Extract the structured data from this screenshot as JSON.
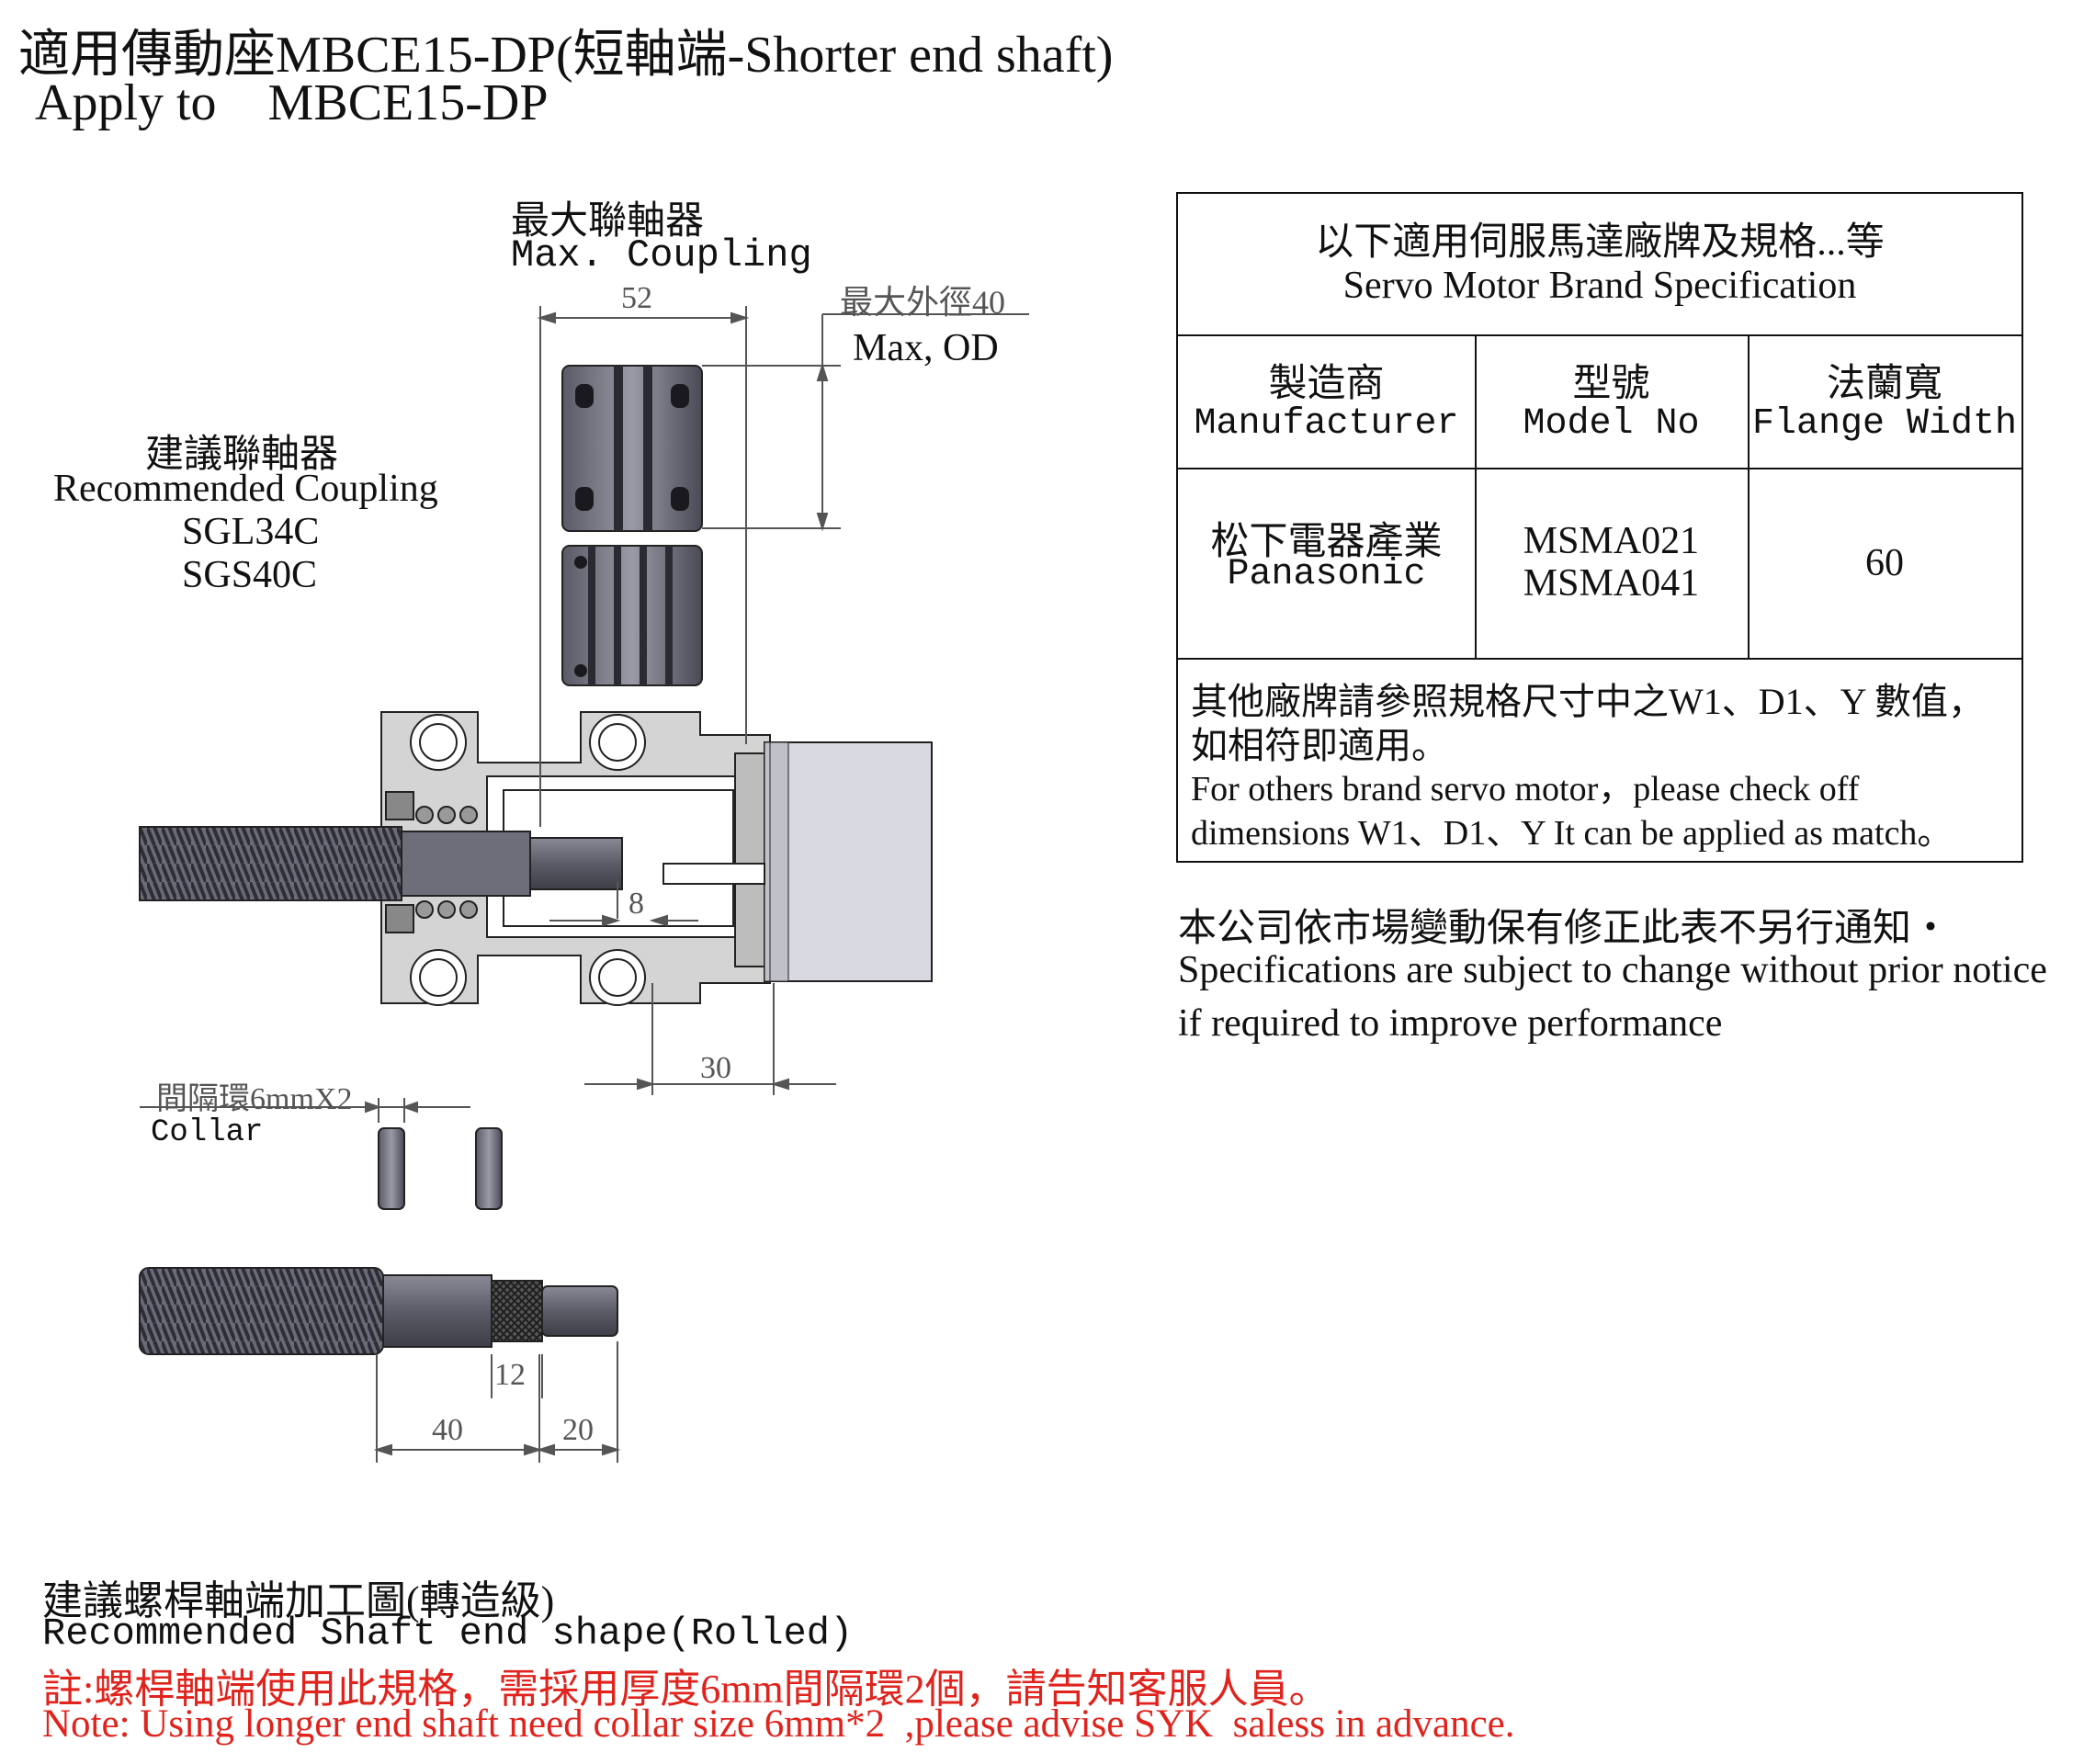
{
  "header": {
    "title_line1": "適用傳動座MBCE15-DP(短軸端-Shorter end shaft)",
    "title_line2": "Apply to    MBCE15-DP"
  },
  "coupling": {
    "max_cn": "最大聯軸器",
    "max_en": "Max. Coupling",
    "rec_cn": "建議聯軸器",
    "rec_en": "Recommended Coupling",
    "models": [
      "SGL34C",
      "SGS40C"
    ]
  },
  "dimensions": {
    "coupling_length": "52",
    "max_od_cn": "最大外徑40",
    "max_od_en": "Max, OD",
    "shaft_step": "8",
    "motor_offset": "30",
    "collar_cn": "間隔環6mmX2",
    "collar_en": "Collar",
    "thread_len": "12",
    "shaft_a": "40",
    "shaft_b": "20"
  },
  "spec_table": {
    "title_cn": "以下適用伺服馬達廠牌及規格...等",
    "title_en": "Servo Motor Brand Specification",
    "headers": [
      {
        "cn": "製造商",
        "en": "Manufacturer"
      },
      {
        "cn": "型號",
        "en": "Model No"
      },
      {
        "cn": "法蘭寬",
        "en": "Flange Width"
      }
    ],
    "row": {
      "maker_cn": "松下電器產業",
      "maker_en": "Panasonic",
      "model1": "MSMA021",
      "model2": "MSMA041",
      "flange": "60"
    },
    "note_cn1": "其他廠牌請參照規格尺寸中之W1、D1、Y 數值，",
    "note_cn2": "如相符即適用。",
    "note_en1": "For others brand servo motor，please check off",
    "note_en2": "dimensions W1、D1、Y It can be applied as match。"
  },
  "notice": {
    "cn": "本公司依市場變動保有修正此表不另行通知・",
    "en1": "Specifications are subject to change without prior notice",
    "en2": "if required to improve performance"
  },
  "footer": {
    "rec_cn": "建議螺桿軸端加工圖(轉造級)",
    "rec_en": "Recommended Shaft end shape(Rolled)",
    "note_cn": "註:螺桿軸端使用此規格，需採用厚度6mm間隔環2個，請告知客服人員。",
    "note_en": "Note: Using longer end shaft need collar size 6mm*2  ,please advise SYK  saless in advance."
  },
  "colors": {
    "note_red": "#e0231d",
    "metal_dark": "#6b6b78",
    "housing": "#d4d4d4"
  }
}
